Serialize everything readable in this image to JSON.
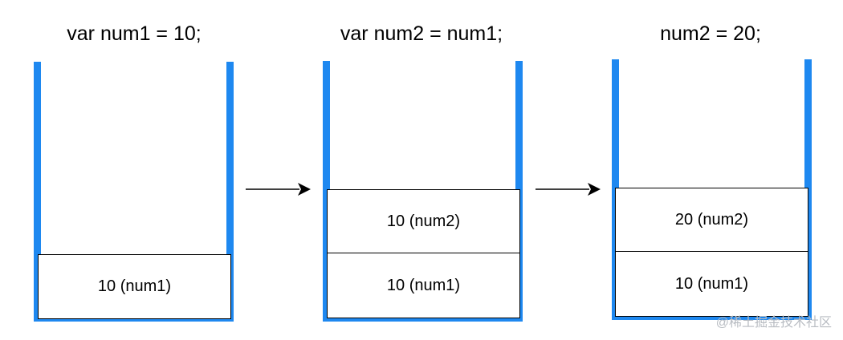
{
  "stacks": [
    {
      "title": "var num1 = 10;",
      "cells": [
        "10 (num1)"
      ]
    },
    {
      "title": "var num2 = num1;",
      "cells": [
        "10 (num2)",
        "10 (num1)"
      ]
    },
    {
      "title": "num2 = 20;",
      "cells": [
        "20 (num2)",
        "10 (num1)"
      ]
    }
  ],
  "colors": {
    "stack_wall": "#1e88f0",
    "cell_border": "#000000"
  },
  "watermark": "@稀土掘金技术社区"
}
